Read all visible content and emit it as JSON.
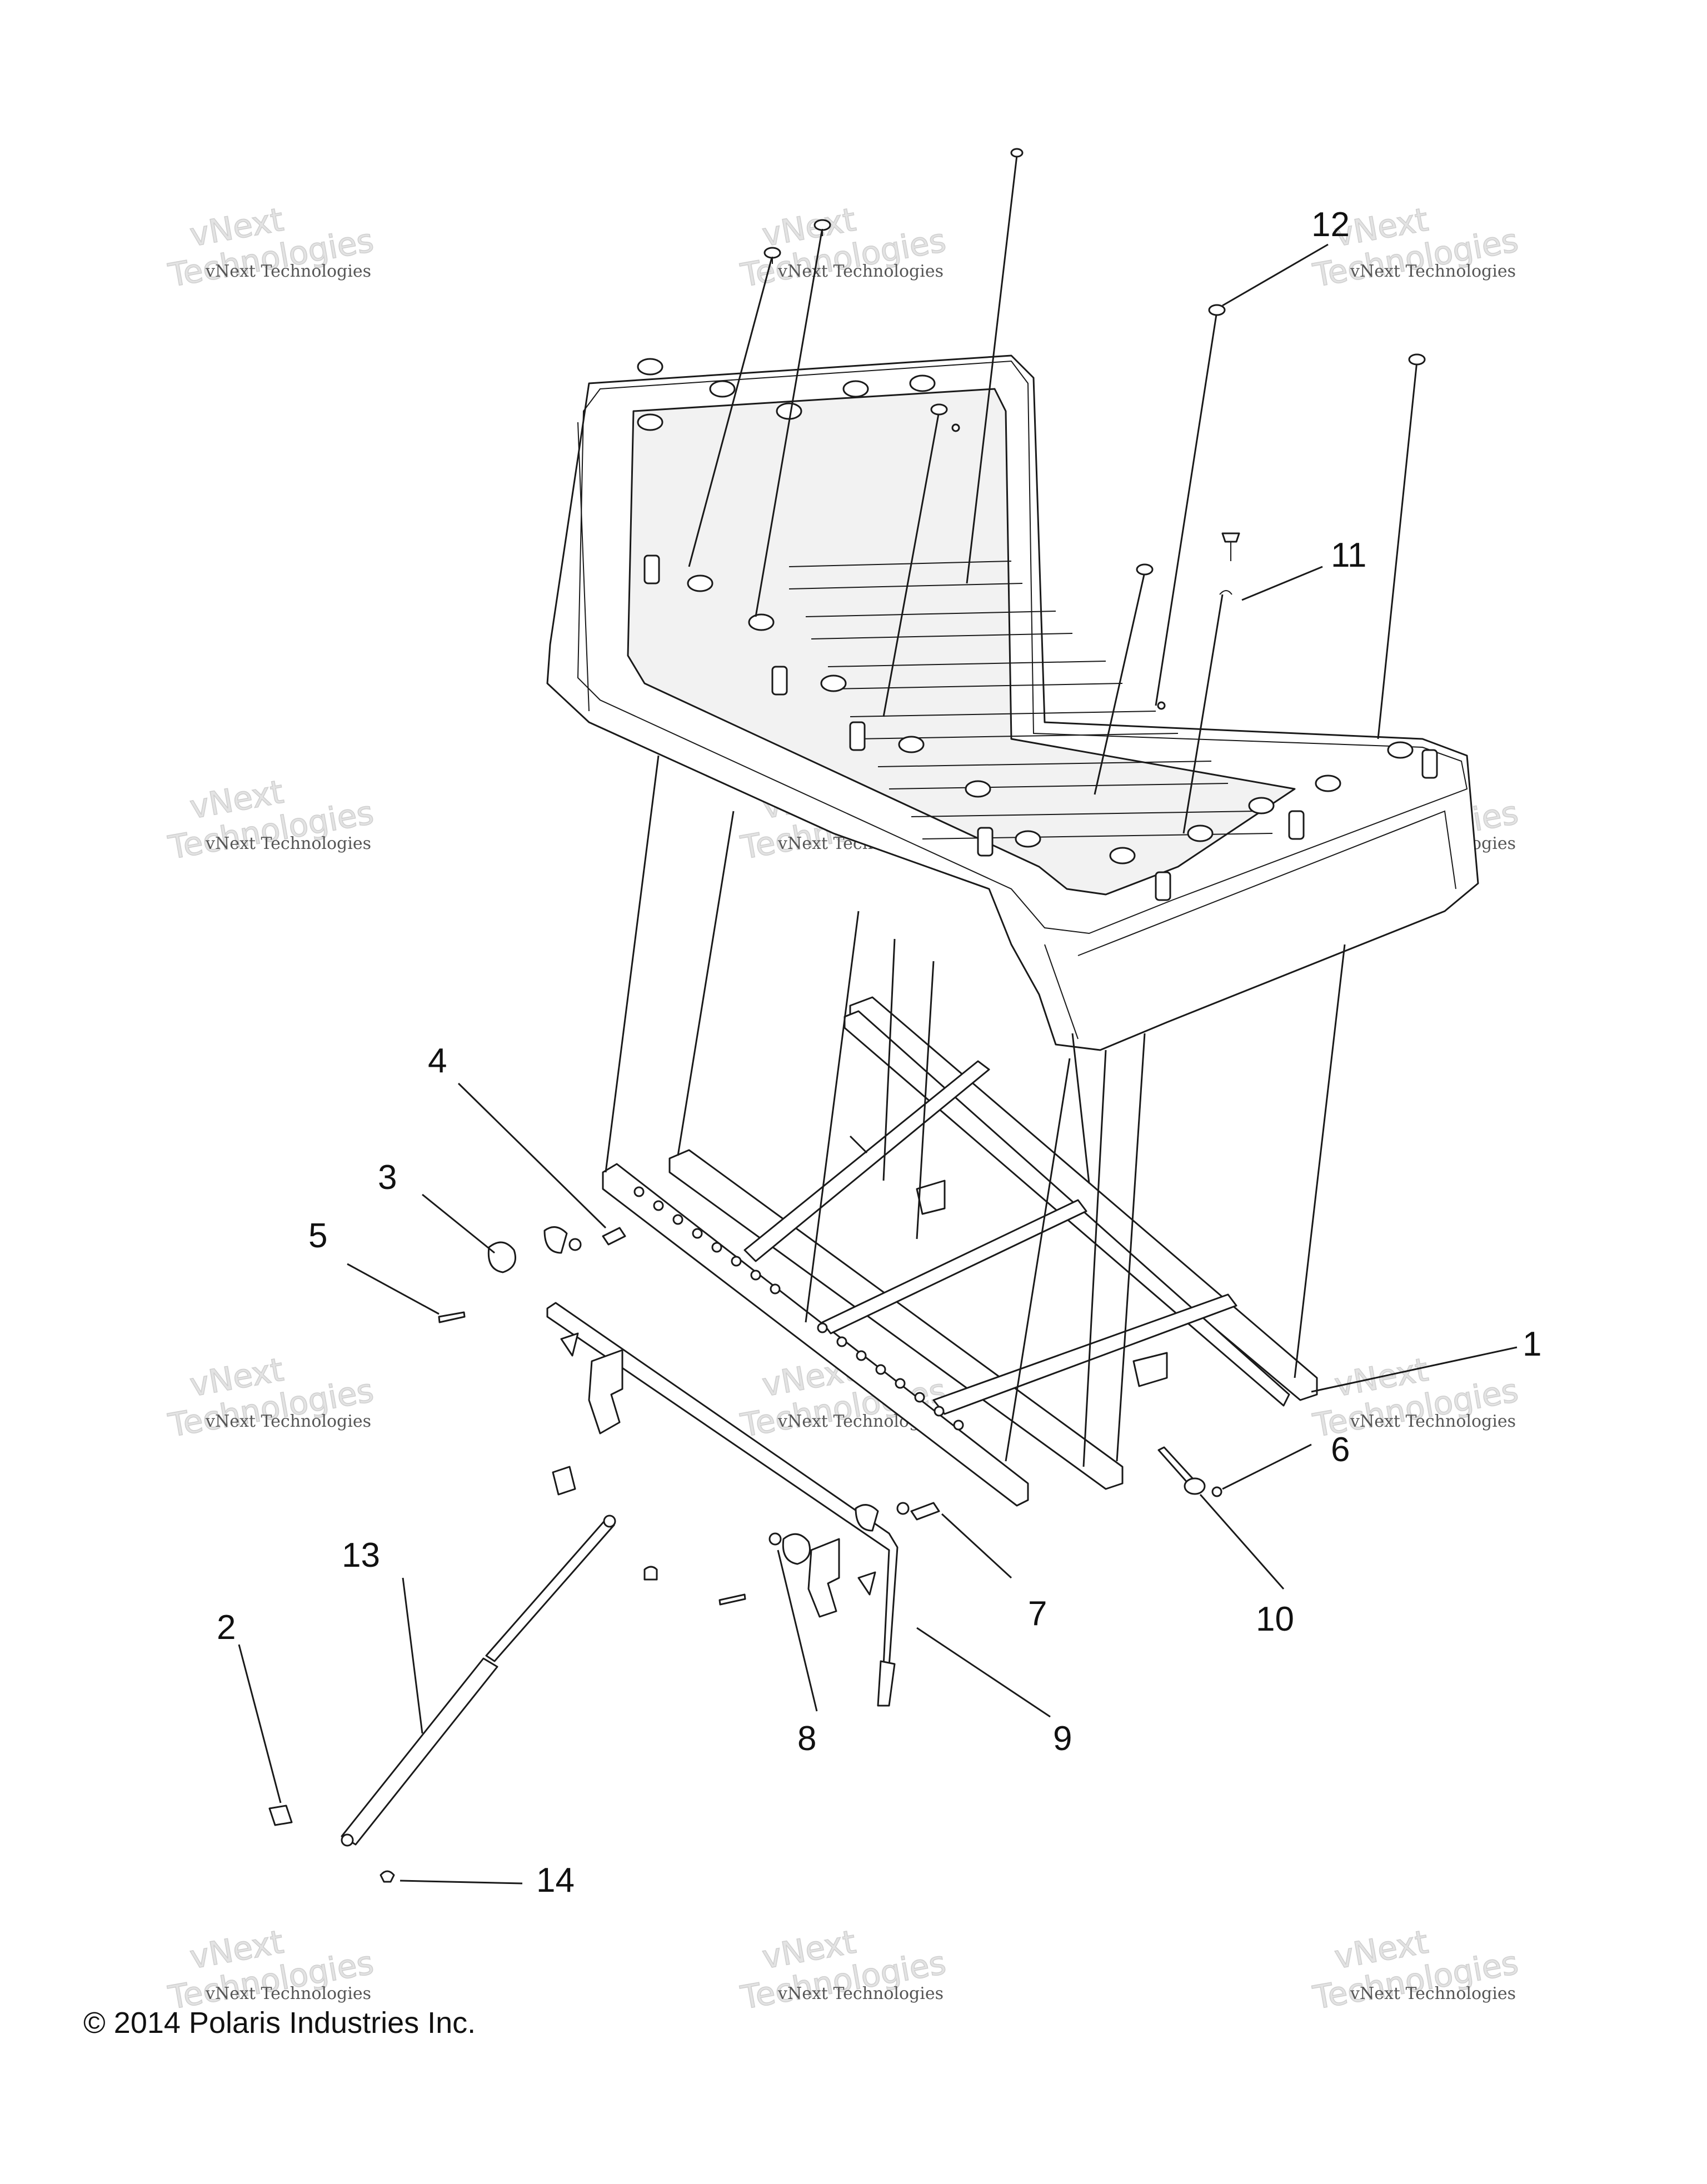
{
  "callouts": [
    "1",
    "2",
    "3",
    "4",
    "5",
    "6",
    "7",
    "8",
    "9",
    "10",
    "11",
    "12",
    "13",
    "14"
  ],
  "watermark": {
    "line1": "vNext Technologies",
    "line2": "vNext",
    "line3": "Technologies"
  },
  "copyright": "© 2014 Polaris Industries Inc."
}
